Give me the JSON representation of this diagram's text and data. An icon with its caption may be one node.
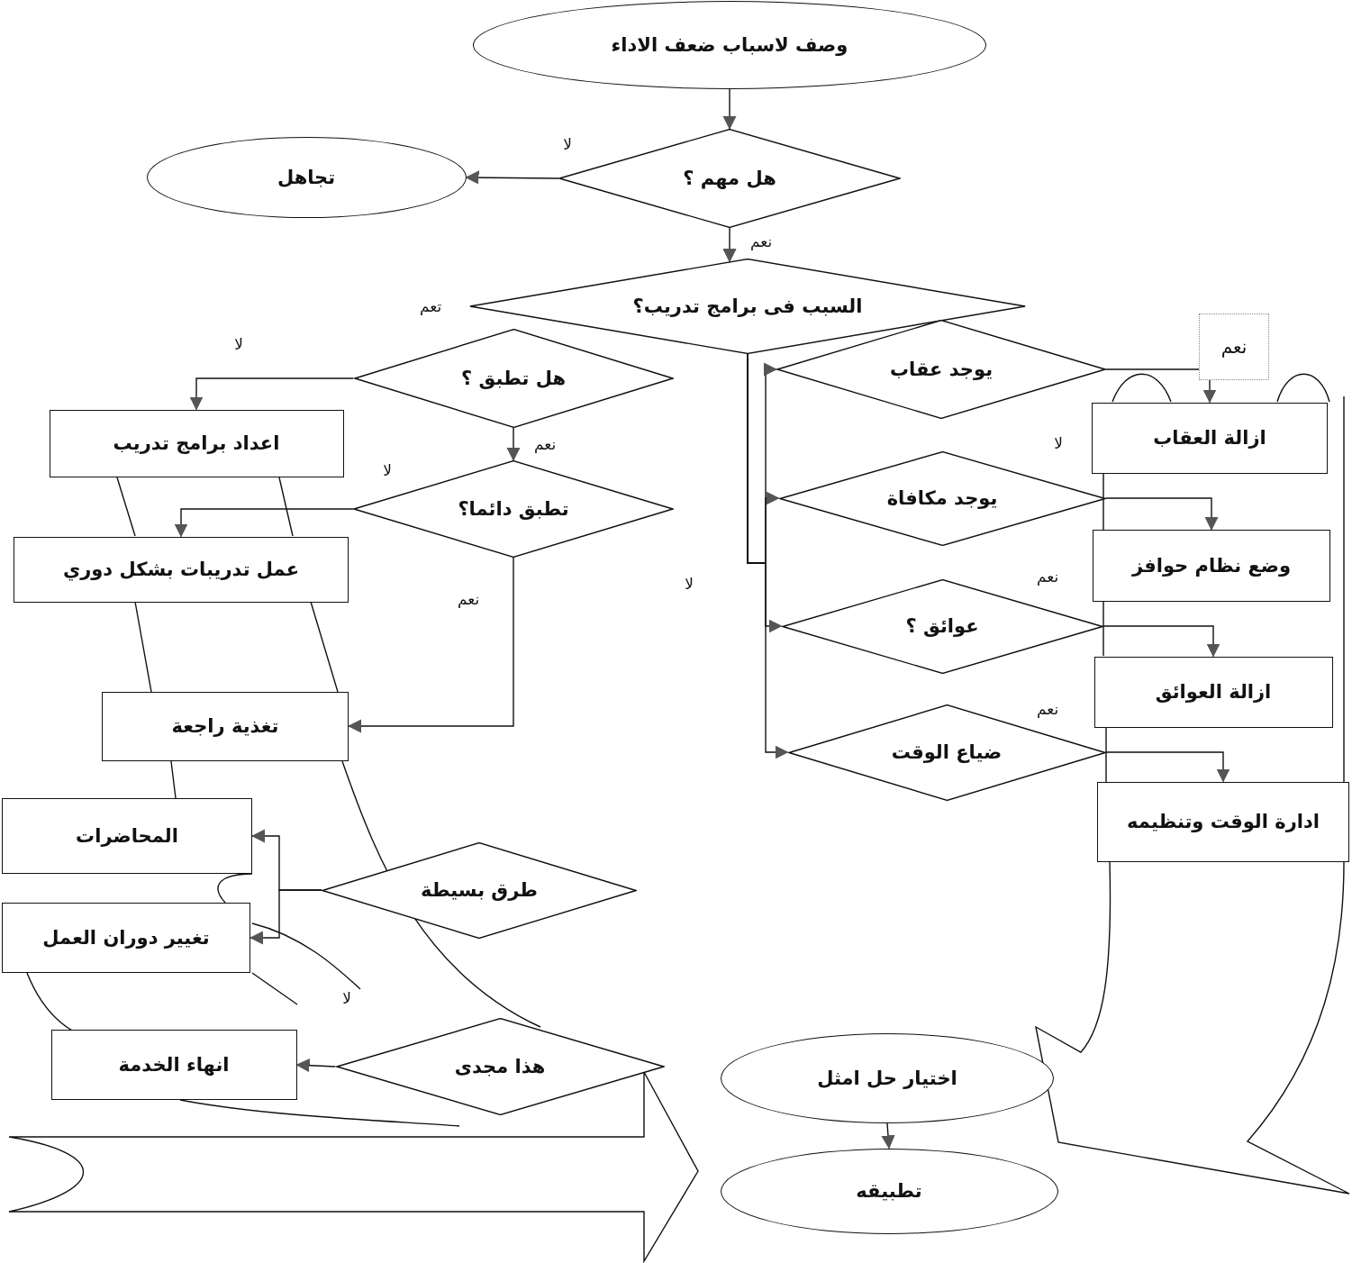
{
  "diagram": {
    "nodes": [
      {
        "text": [
          "وصف لاسباب ضعف الاداء"
        ]
      },
      {
        "text": [
          "هل مهم ؟"
        ]
      },
      {
        "text": [
          "تجاهل"
        ]
      },
      {
        "text": [
          "السبب فى برامج تدريب؟"
        ]
      },
      {
        "text": [
          "هل تطبق ؟"
        ]
      },
      {
        "text": [
          "اعداد برامج تدريب"
        ]
      },
      {
        "text": [
          "تطبق دائما؟"
        ]
      },
      {
        "text": [
          "عمل تدريبات بشكل دوري"
        ]
      },
      {
        "text": [
          "تغذية راجعة"
        ]
      },
      {
        "text": [
          "يوجد عقاب"
        ]
      },
      {
        "text": [
          "ازالة العقاب"
        ]
      },
      {
        "text": [
          "يوجد مكافاة"
        ]
      },
      {
        "text": [
          "وضع نظام حوافز"
        ]
      },
      {
        "text": [
          "عوائق ؟"
        ]
      },
      {
        "text": [
          "ازالة العوائق"
        ]
      },
      {
        "text": [
          "ضياع الوقت"
        ]
      },
      {
        "text": [
          "ادارة الوقت وتنظيمه"
        ]
      },
      {
        "text": [
          "المحاضرات"
        ]
      },
      {
        "text": [
          "طرق بسيطة"
        ]
      },
      {
        "text": [
          "تغيير دوران العمل"
        ]
      },
      {
        "text": [
          "انهاء الخدمة"
        ]
      },
      {
        "text": [
          "هذا مجدى"
        ]
      },
      {
        "text": [
          "اختيار حل امثل"
        ]
      },
      {
        "text": [
          "تطبيقه"
        ]
      }
    ],
    "edges": [
      {
        "from": 0,
        "to": 1,
        "arrow": "to"
      },
      {
        "from": 1,
        "to": 2,
        "arrow": "to",
        "label": "لا"
      },
      {
        "from": 1,
        "to": 3,
        "arrow": "to",
        "label": "نعم"
      },
      {
        "from": 3,
        "to": 9,
        "arrow": "to",
        "label": "لا"
      },
      {
        "from": 3,
        "to": 11,
        "arrow": "to"
      },
      {
        "from": 3,
        "to": 13,
        "arrow": "to"
      },
      {
        "from": 3,
        "to": 15,
        "arrow": "to"
      },
      {
        "from": 9,
        "to": 10,
        "arrow": "to",
        "label": "نعم"
      },
      {
        "from": 11,
        "to": 12,
        "arrow": "to"
      },
      {
        "from": 13,
        "to": 14,
        "arrow": "to",
        "label": "نعم"
      },
      {
        "from": 15,
        "to": 16,
        "arrow": "to",
        "label": "نعم"
      },
      {
        "from": 4,
        "to": 5,
        "arrow": "to",
        "label": "لا"
      },
      {
        "from": 4,
        "to": 6,
        "arrow": "to",
        "label": "نعم"
      },
      {
        "from": 6,
        "to": 7,
        "arrow": "to",
        "label": "لا"
      },
      {
        "from": 6,
        "to": 8,
        "arrow": "to",
        "label": "نعم"
      },
      {
        "from": 18,
        "to": 17,
        "arrow": "to"
      },
      {
        "from": 18,
        "to": 19,
        "arrow": "to"
      },
      {
        "from": 21,
        "to": 20,
        "arrow": "to",
        "label": "لا"
      },
      {
        "from": 22,
        "to": 23,
        "arrow": "to"
      }
    ],
    "labels": [
      "تعم",
      "لا"
    ]
  }
}
